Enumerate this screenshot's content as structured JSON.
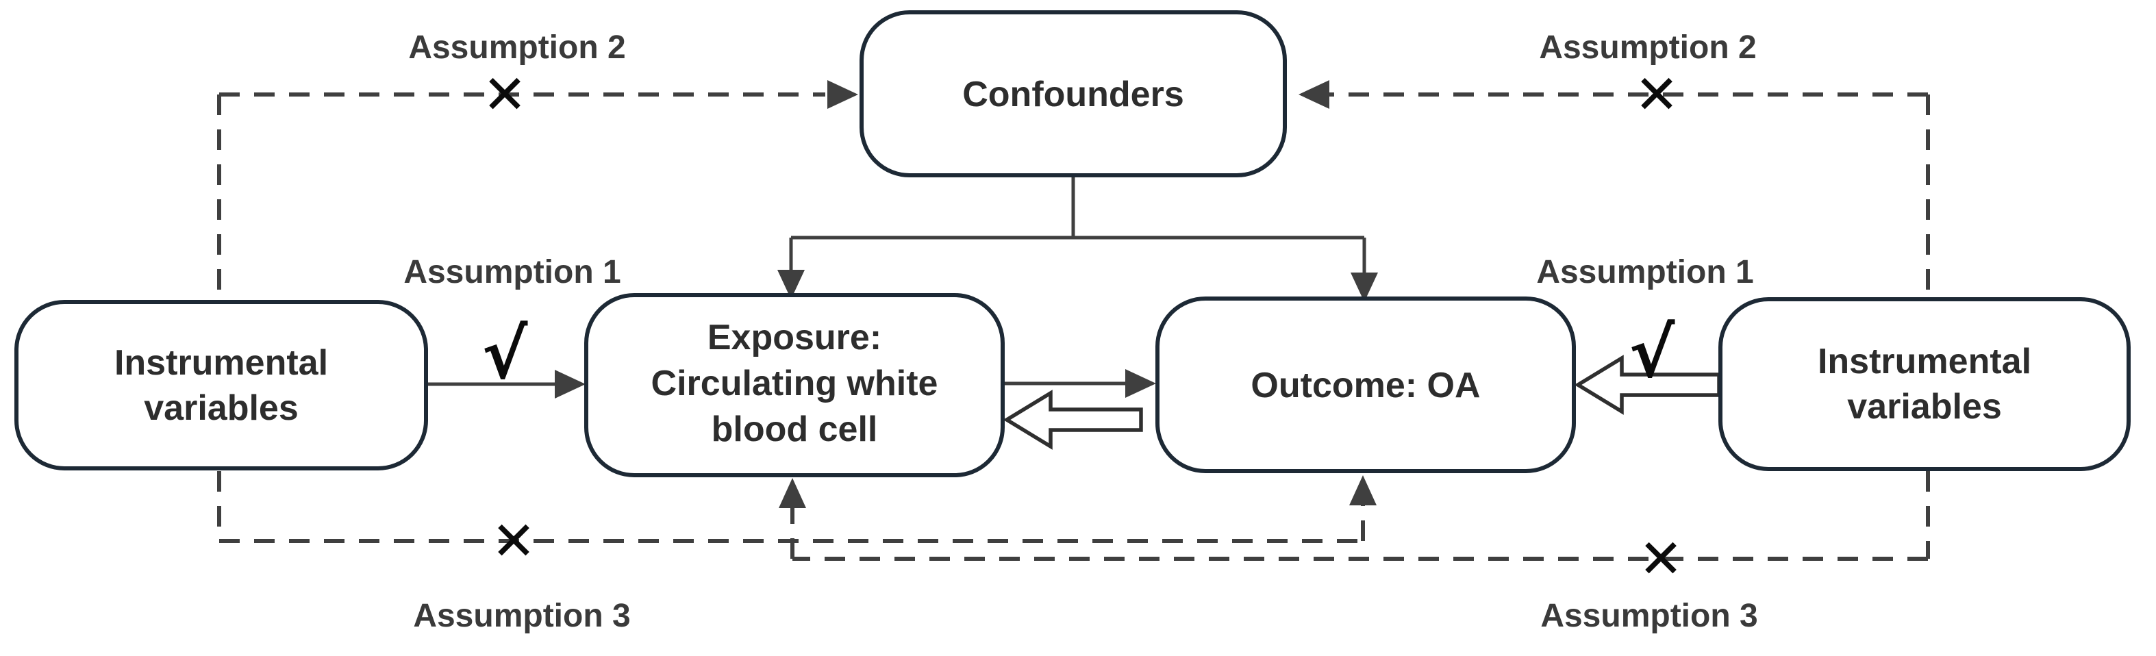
{
  "diagram": {
    "colors": {
      "background": "#ffffff",
      "node_fill": "#ffffff",
      "node_border": "#1d2935",
      "node_text": "#2d2d2d",
      "connector": "#3f3f3f",
      "annotation_text": "#3a3a3a",
      "mark": "#0b0b0b"
    },
    "nodes": {
      "confounders": {
        "label": "Confounders"
      },
      "instrumental_left": {
        "line1": "Instrumental",
        "line2": "variables"
      },
      "exposure": {
        "line1": "Exposure:",
        "line2": "Circulating white",
        "line3": "blood cell"
      },
      "outcome": {
        "label": "Outcome: OA"
      },
      "instrumental_right": {
        "line1": "Instrumental",
        "line2": "variables"
      }
    },
    "annotations": {
      "assumption1": "Assumption 1",
      "assumption2": "Assumption 2",
      "assumption3": "Assumption 3"
    },
    "marks": {
      "valid": "√",
      "invalid": "✕"
    }
  }
}
